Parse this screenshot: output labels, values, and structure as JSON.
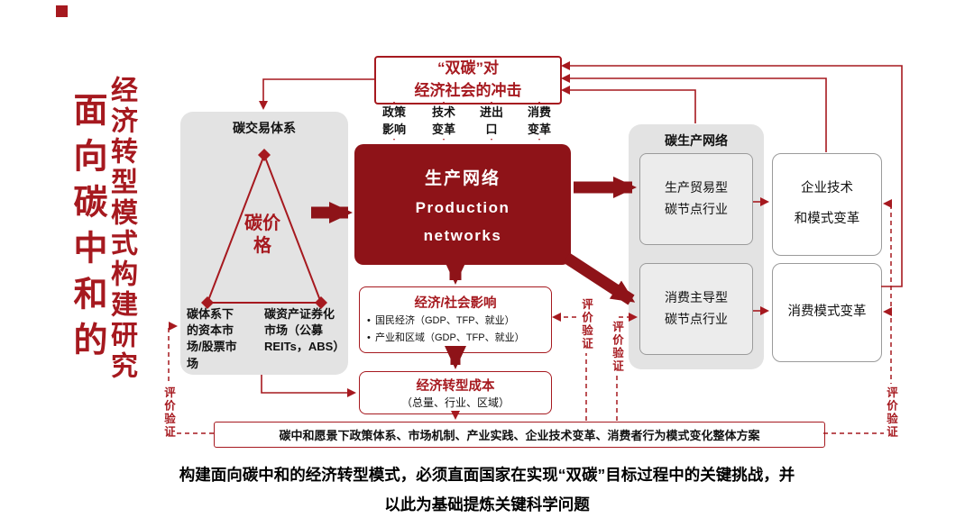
{
  "side_title": {
    "part1": "面向碳中和的",
    "part2": "经济转型模式构建研究"
  },
  "shock_box": {
    "line1": "“双碳”对",
    "line2": "经济社会的冲击"
  },
  "channels": [
    "政策影响",
    "技术变革",
    "进出口",
    "消费变革"
  ],
  "production_network": {
    "zh": "生产网络",
    "en_line1": "Production",
    "en_line2": "networks"
  },
  "carbon_trading_system": {
    "title": "碳交易体系",
    "price_label": "碳价格",
    "capital_market": "碳体系下的资本市场/股票市场",
    "securitization_market": "碳资产证券化市场（公募REITs，ABS）"
  },
  "economic_social_impact": {
    "title": "经济/社会影响",
    "bullet1": "国民经济（GDP、TFP、就业）",
    "bullet2": "产业和区域（GDP、TFP、就业）"
  },
  "transition_cost": {
    "title": "经济转型成本",
    "scope": "（总量、行业、区域）"
  },
  "overall_plan": "碳中和愿景下政策体系、市场机制、产业实践、企业技术变革、消费者行为模式变化整体方案",
  "carbon_production_network": {
    "title": "碳生产网络",
    "node1": "生产贸易型碳节点行业",
    "node2": "消费主导型碳节点行业"
  },
  "transformation": {
    "enterprise_line1": "企业技术",
    "enterprise_line2": "和模式变革",
    "consumption": "消费模式变革"
  },
  "evaluation_label": "评价验证",
  "caption": {
    "line1": "构建面向碳中和的经济转型模式，必须直面国家在实现“双碳”目标过程中的关键挑战，并",
    "line2": "以此为基础提炼关键科学问题"
  },
  "colors": {
    "dark_red": "#8e1318",
    "red": "#a6191f",
    "panel_gray": "#e3e3e3",
    "inner_gray": "#ececec"
  }
}
